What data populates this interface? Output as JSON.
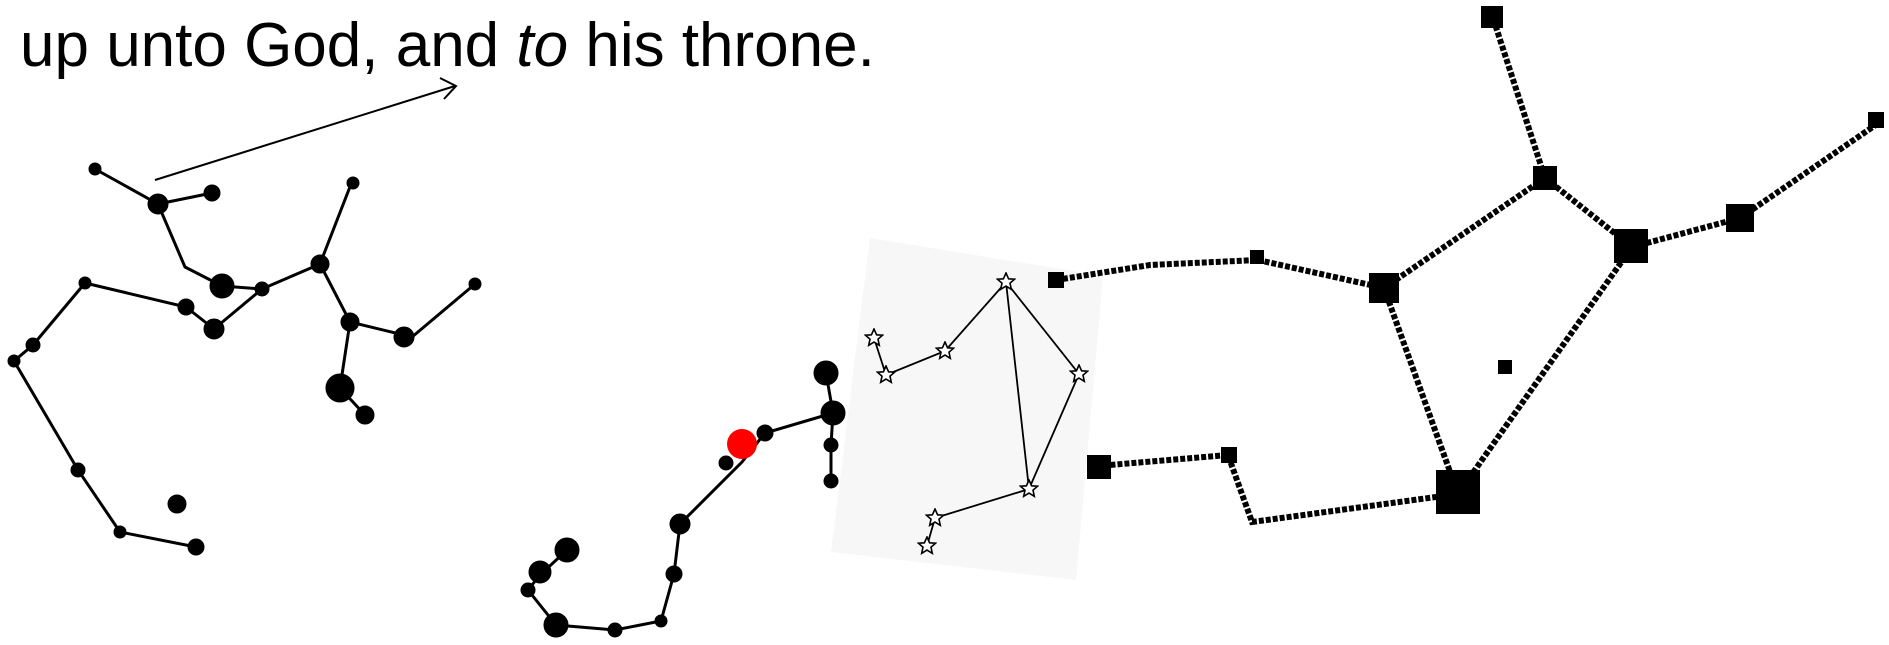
{
  "caption": {
    "part1": "up unto God, and ",
    "italic": "to",
    "part2": " his throne."
  },
  "colors": {
    "ink": "#000000",
    "highlight": "#ff0000",
    "panel": "#f7f7f7",
    "background": "#ffffff"
  },
  "icons": {
    "arrow": "arrow-icon",
    "star": "star-icon"
  }
}
